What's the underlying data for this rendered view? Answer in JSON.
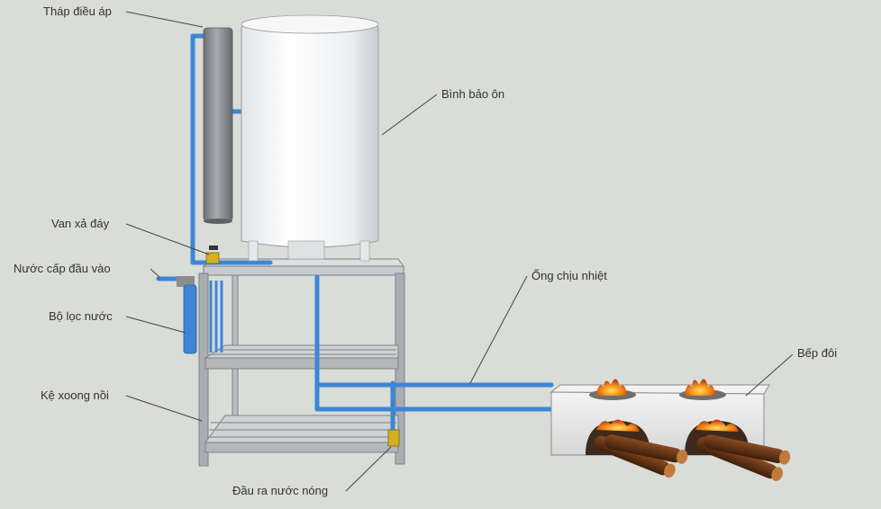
{
  "labels": {
    "pressure_tower": "Tháp điều áp",
    "insulated_tank": "Bình bảo ôn",
    "drain_valve": "Van xả đáy",
    "water_inlet": "Nước cấp đầu vào",
    "water_filter": "Bộ lọc nước",
    "pot_rack": "Kệ xoong nồi",
    "hot_water_outlet": "Đầu ra nước nóng",
    "heat_pipe": "Ống chịu nhiệt",
    "double_stove": "Bếp đôi"
  },
  "colors": {
    "background": "#d9dcd7",
    "pipe": "#3d86d6",
    "frame": "#a9aeb2",
    "tank": "#f2f2f2",
    "tower": "#8a8d90",
    "stove": "#e8e8e8",
    "fire": "#f08a1c",
    "wood": "#6b3a1a"
  }
}
